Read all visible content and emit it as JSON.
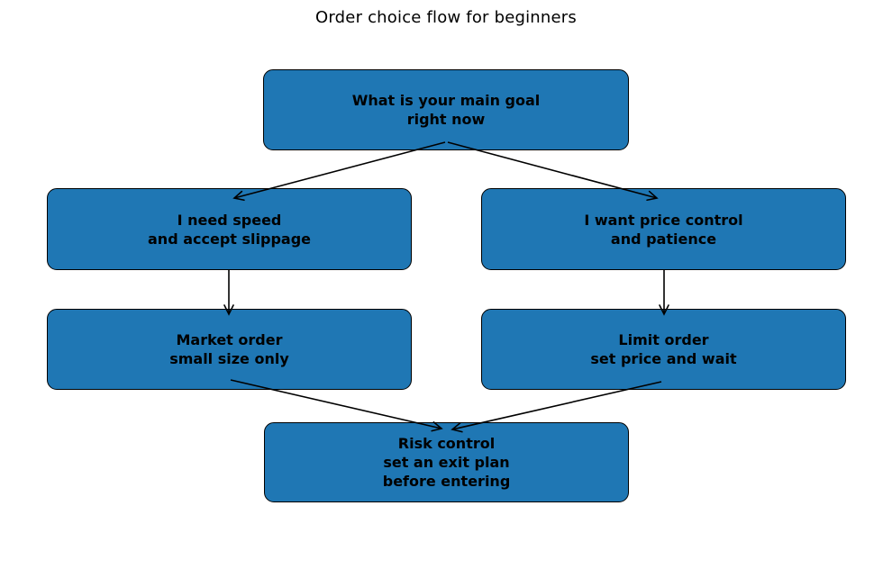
{
  "title": "Order choice flow for beginners",
  "colors": {
    "node_fill": "#1f77b4",
    "node_border": "#000000",
    "arrow": "#000000",
    "background": "#ffffff",
    "text": "#000000"
  },
  "nodes": {
    "goal": {
      "text": "What is your main goal\nright now"
    },
    "speed": {
      "text": "I need speed\nand accept slippage"
    },
    "control": {
      "text": "I want price control\nand patience"
    },
    "market": {
      "text": "Market order\nsmall size only"
    },
    "limit": {
      "text": "Limit order\nset price and wait"
    },
    "risk": {
      "text": "Risk control\nset an exit plan\nbefore entering"
    }
  },
  "edges": [
    {
      "from": "goal",
      "to": "speed"
    },
    {
      "from": "goal",
      "to": "control"
    },
    {
      "from": "speed",
      "to": "market"
    },
    {
      "from": "control",
      "to": "limit"
    },
    {
      "from": "market",
      "to": "risk"
    },
    {
      "from": "limit",
      "to": "risk"
    }
  ]
}
